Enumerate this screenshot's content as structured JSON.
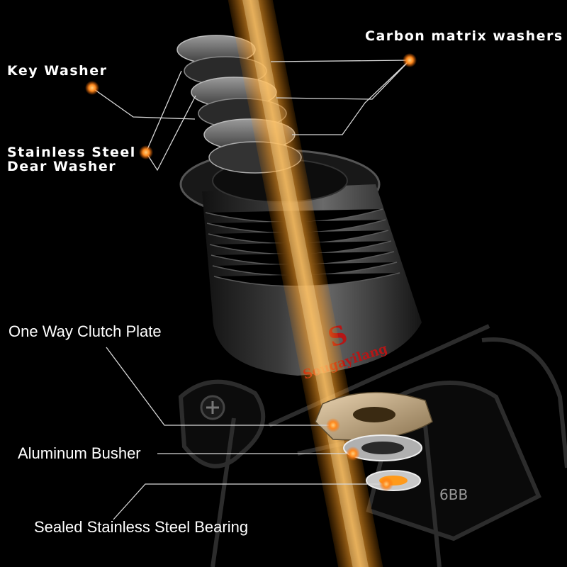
{
  "colors": {
    "background": "#000000",
    "label_text": "#ffffff",
    "marker": "#ff8a1e",
    "beam": "#ff9a1a",
    "leader_line": "#d8d8d8"
  },
  "labels": {
    "carbon_washers": "Carbon matrix washers",
    "key_washer": "Key Washer",
    "stainless_gear_washer_line1": "Stainless Steel",
    "stainless_gear_washer_line2": "Dear Washer",
    "clutch_plate": "One Way Clutch Plate",
    "aluminum_busher": "Aluminum Busher",
    "sealed_bearing": "Sealed Stainless Steel Bearing"
  },
  "part_markings": {
    "spool_brand": "Sougayilang",
    "spool_logo": "S",
    "bearing_count": "6BB"
  }
}
